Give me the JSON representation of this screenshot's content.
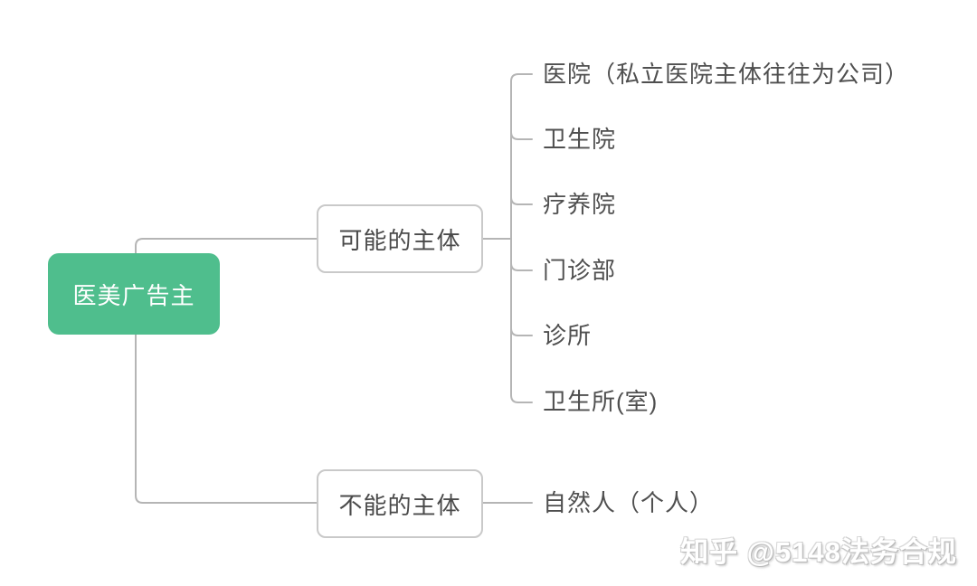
{
  "diagram": {
    "root": {
      "label": "医美广告主"
    },
    "branches": [
      {
        "label": "可能的主体",
        "children": [
          "医院（私立医院主体往往为公司）",
          "卫生院",
          "疗养院",
          "门诊部",
          "诊所",
          "卫生所(室)"
        ]
      },
      {
        "label": "不能的主体",
        "children": [
          "自然人（个人）"
        ]
      }
    ]
  },
  "watermark": {
    "text": "知乎 @5148法务合规"
  },
  "colors": {
    "root_bg": "#4fbe8d",
    "root_text": "#ffffff",
    "node_border": "#c9c9c9",
    "node_text": "#4a4a4a",
    "leaf_text": "#4f4f4f",
    "line": "#b5b5b5"
  }
}
